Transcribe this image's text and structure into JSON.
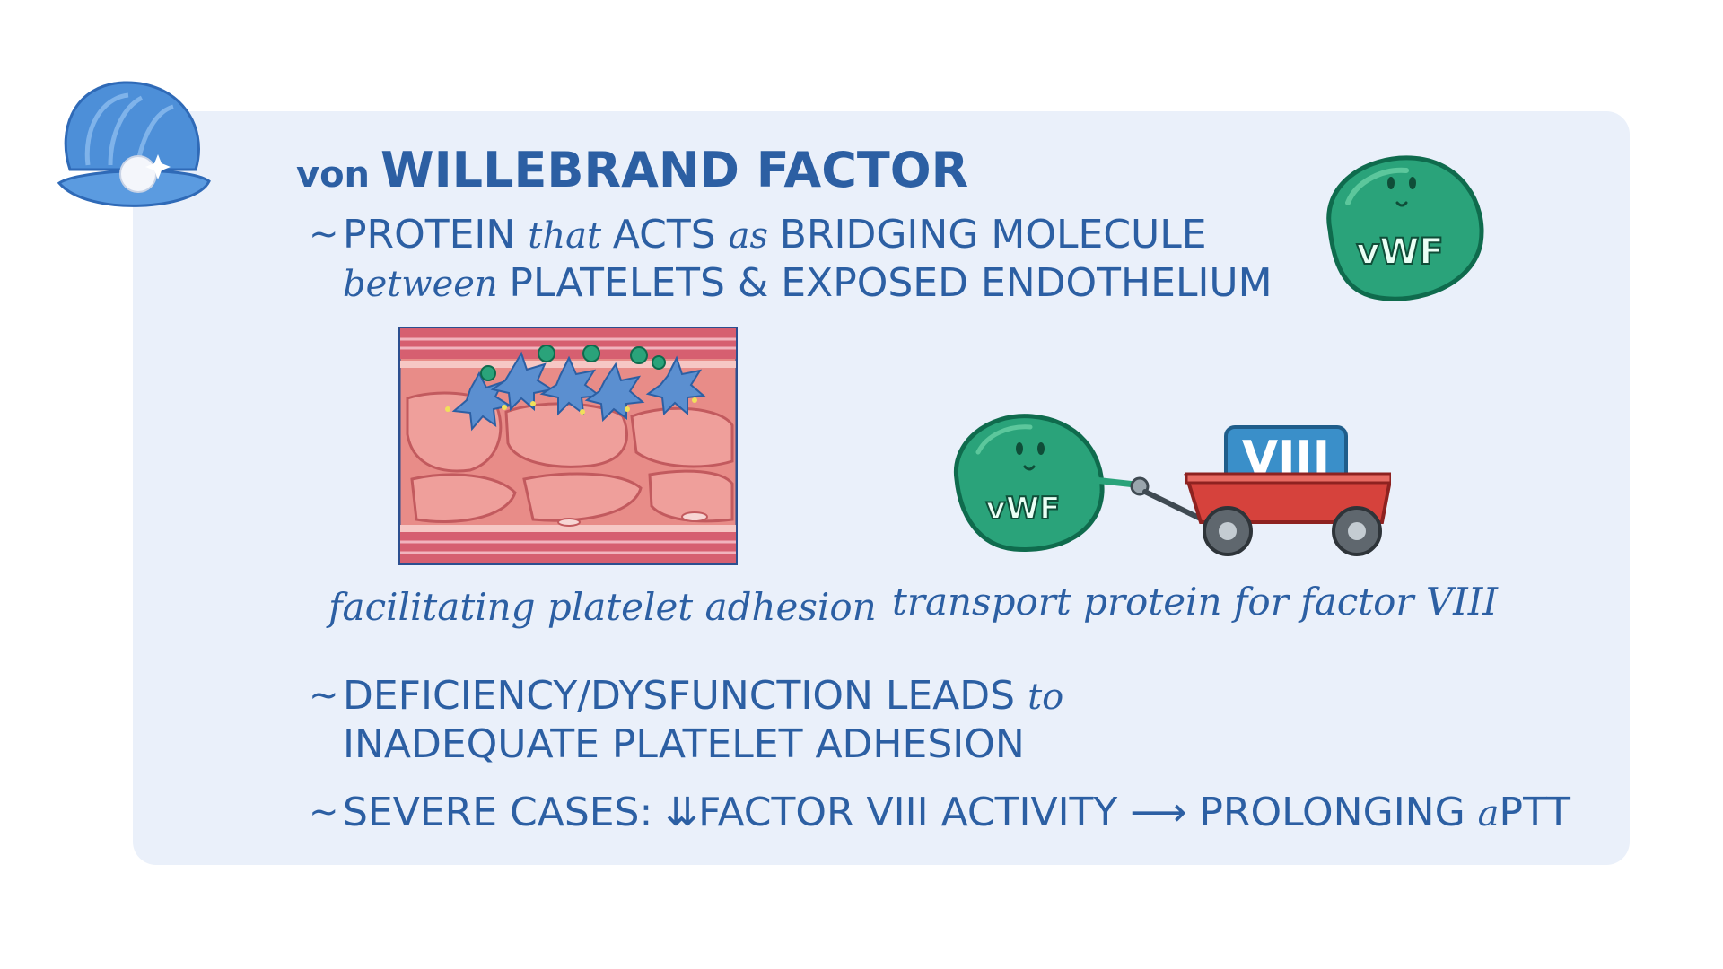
{
  "title": {
    "prefix": "von",
    "main": "WILLEBRAND FACTOR"
  },
  "bullets": [
    {
      "line1_parts": [
        "PROTEIN ",
        "that ",
        "ACTS ",
        "as ",
        "BRIDGING MOLECULE"
      ],
      "line2_parts": [
        "between ",
        "PLATELETS & EXPOSED ENDOTHELIUM"
      ]
    },
    {
      "line1_parts": [
        "DEFICIENCY/DYSFUNCTION LEADS ",
        "to"
      ],
      "line2_parts": [
        "INADEQUATE PLATELET ADHESION"
      ]
    },
    {
      "line1_parts": [
        "SEVERE CASES: ",
        "⇊",
        "FACTOR VIII ACTIVITY ",
        "⟶",
        " PROLONGING ",
        "a",
        "PTT"
      ]
    }
  ],
  "bullet_marker": "~",
  "captions": {
    "left": "facilitating platelet adhesion",
    "right": "transport protein for factor VIII"
  },
  "badges": {
    "vwf": "vWF",
    "cargo": "VIII"
  },
  "colors": {
    "card": "#eaf0fa",
    "text": "#2c5fa3",
    "vwf_green": "#2aa37a",
    "wagon_red": "#d6423c",
    "cargo_blue": "#3a8fc9",
    "vessel_pink": "#e88c88",
    "platelet_blue": "#5b8fd0"
  },
  "icons": [
    "pearl-shell-icon",
    "vwf-blob-icon",
    "wagon-icon"
  ]
}
